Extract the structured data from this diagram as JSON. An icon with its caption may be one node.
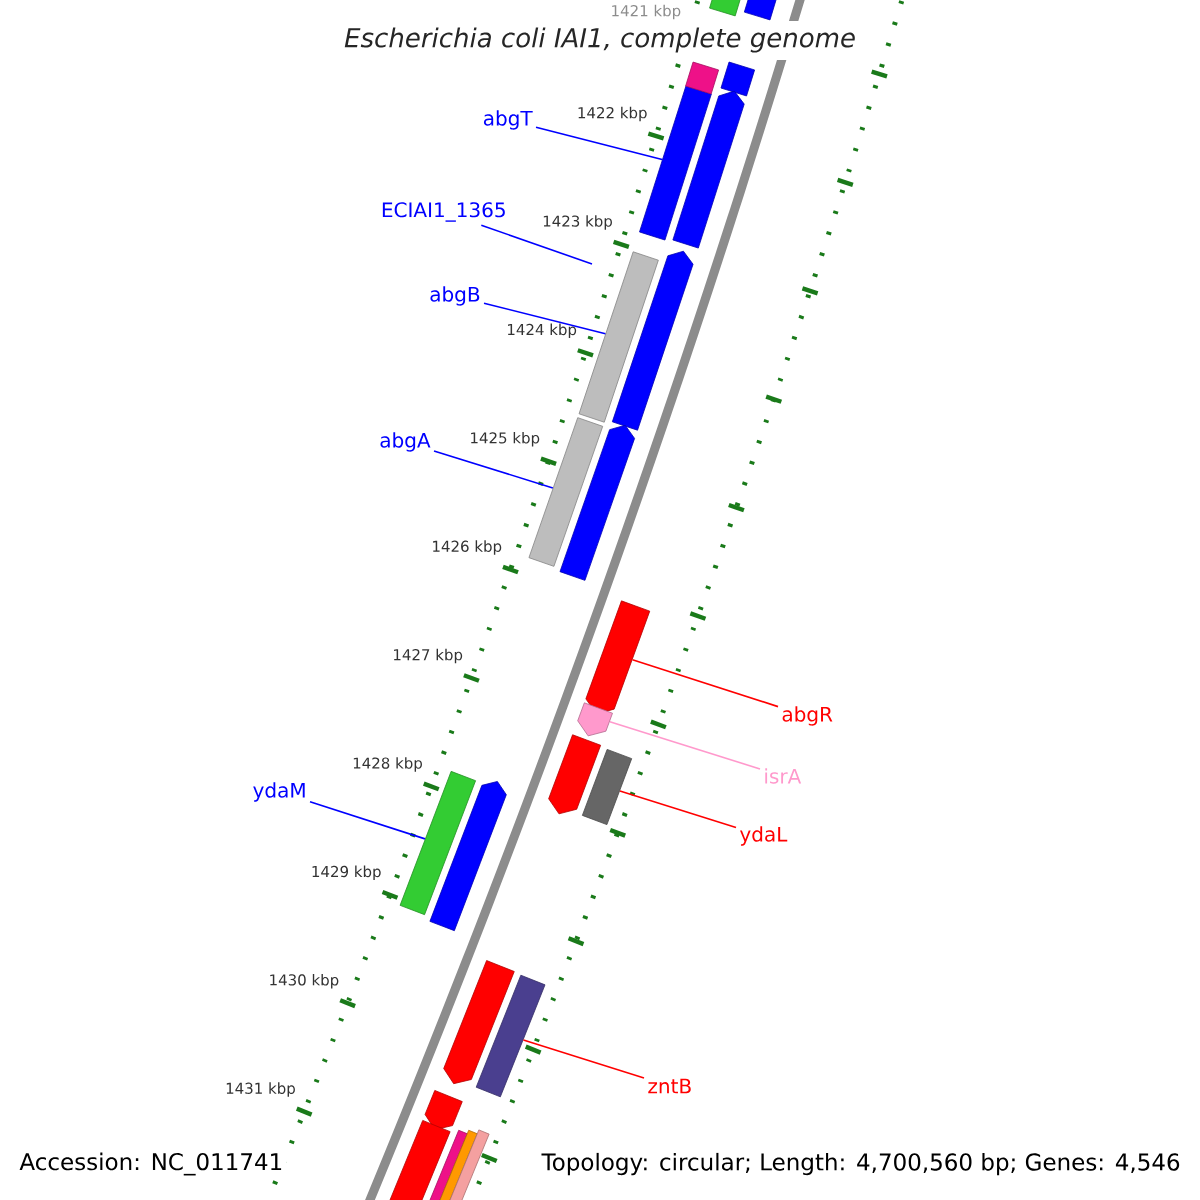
{
  "diagram": {
    "title": "Escherichia coli IAI1, complete genome",
    "nodes": [
      {
        "text": [
          "abgT"
        ]
      },
      {
        "text": [
          "ECIAI1_1365"
        ]
      },
      {
        "text": [
          "abgB"
        ]
      },
      {
        "text": [
          "abgA"
        ]
      },
      {
        "text": [
          "ydaM"
        ]
      },
      {
        "text": [
          "abgR"
        ]
      },
      {
        "text": [
          "isrA"
        ]
      },
      {
        "text": [
          "ydaL"
        ]
      },
      {
        "text": [
          "zntB"
        ]
      },
      {
        "text": [],
        "shape": "bar"
      },
      {
        "text": [],
        "shape": "bar"
      },
      {
        "text": [],
        "shape": "bar"
      },
      {
        "text": [],
        "shape": "bar"
      },
      {
        "text": [],
        "shape": "bar"
      },
      {
        "text": [],
        "shape": "bar"
      },
      {
        "text": [],
        "shape": "bar"
      },
      {
        "text": [],
        "shape": "bar"
      },
      {
        "text": [],
        "shape": "bar"
      },
      {
        "text": [],
        "shape": "bar"
      },
      {
        "text": [],
        "shape": "bar"
      },
      {
        "text": [],
        "shape": "bar"
      },
      {
        "text": [],
        "shape": "bar"
      },
      {
        "text": [],
        "shape": "bar"
      },
      {
        "text": [],
        "shape": "bar"
      },
      {
        "text": [],
        "shape": "bar"
      },
      {
        "text": [],
        "shape": "bar"
      },
      {
        "text": [],
        "shape": "bar"
      },
      {
        "text": [],
        "shape": "bar"
      },
      {
        "text": [],
        "shape": "bar"
      },
      {
        "text": [],
        "shape": "bar"
      },
      {
        "text": [],
        "shape": "bar"
      },
      {
        "text": [],
        "shape": "bar"
      }
    ],
    "edges": [
      {
        "from": 0,
        "to": 9,
        "arrow": "none"
      },
      {
        "from": 1,
        "to": null,
        "arrow": "none"
      },
      {
        "from": 2,
        "to": 10,
        "arrow": "none"
      },
      {
        "from": 3,
        "to": 11,
        "arrow": "none"
      },
      {
        "from": 4,
        "to": 12,
        "arrow": "none"
      },
      {
        "from": 5,
        "to": 13,
        "arrow": "none",
        "color": "#ff0000"
      },
      {
        "from": 6,
        "to": 14,
        "arrow": "none",
        "color": "#ff99cc"
      },
      {
        "from": 7,
        "to": 15,
        "arrow": "none",
        "color": "#ff0000"
      },
      {
        "from": 8,
        "to": 16,
        "arrow": "none",
        "color": "#ff0000"
      }
    ],
    "labels": [
      "1421 kbp",
      "1422 kbp",
      "1423 kbp",
      "1424 kbp",
      "1425 kbp",
      "1426 kbp",
      "1427 kbp",
      "1428 kbp",
      "1429 kbp",
      "1430 kbp",
      "1431 kbp",
      "Accession: NC_011741",
      "Topology: circular; Length: 4,700,560 bp; Genes: 4,546"
    ]
  }
}
